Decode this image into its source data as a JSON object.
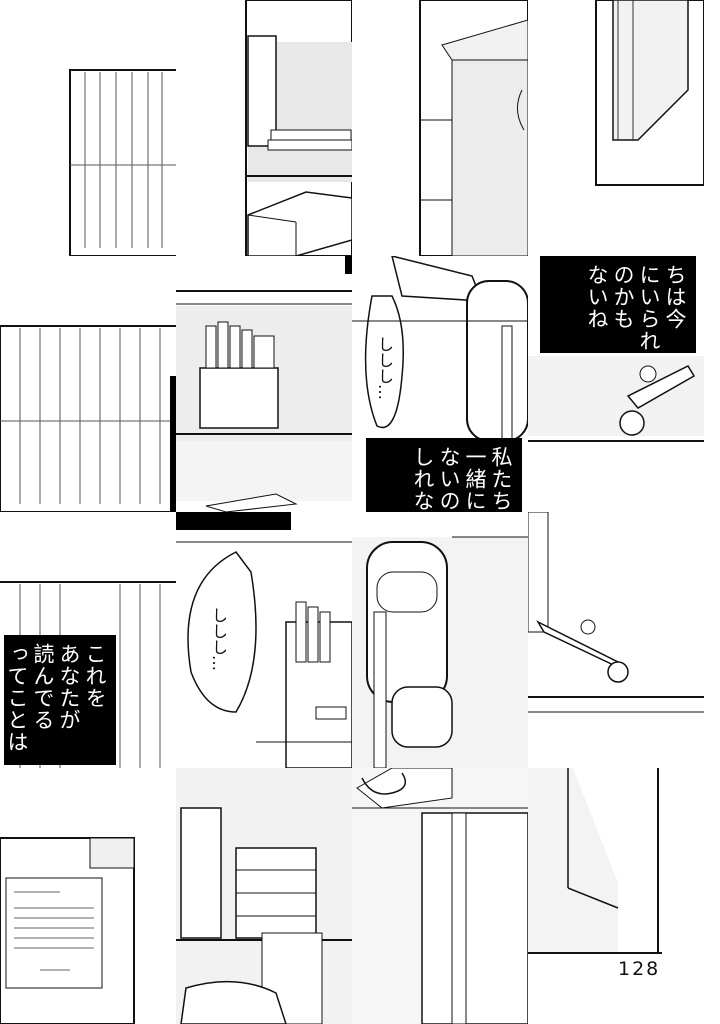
{
  "captions": {
    "a": "これを\nあなたが\n読んでる\nってことは",
    "b": "私たち\n一緒に\nないの\nしれな",
    "c": "ちは今\nにいられ\nのかも\nないね"
  },
  "sfx": {
    "a": "ししし…",
    "b": "ししし…"
  },
  "page_number": "128"
}
